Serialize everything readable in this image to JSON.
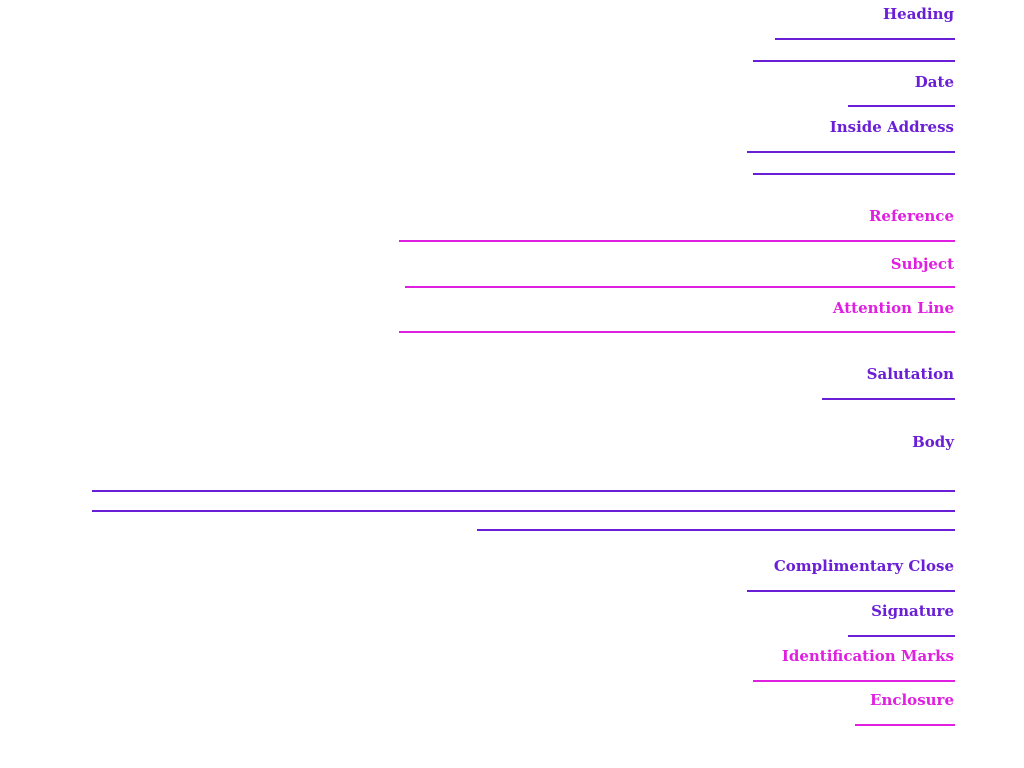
{
  "letter_parts": {
    "heading": "Heading",
    "date": "Date",
    "inside_address": "Inside Address",
    "reference": "Reference",
    "subject": "Subject",
    "attention_line": "Attention Line",
    "salutation": "Salutation",
    "body": "Body",
    "complimentary_close": "Complimentary Close",
    "signature": "Signature",
    "identification_marks": "Identification Marks",
    "enclosure": "Enclosure"
  },
  "colors": {
    "violet": "#6a1fd6",
    "magenta": "#e020e0"
  }
}
